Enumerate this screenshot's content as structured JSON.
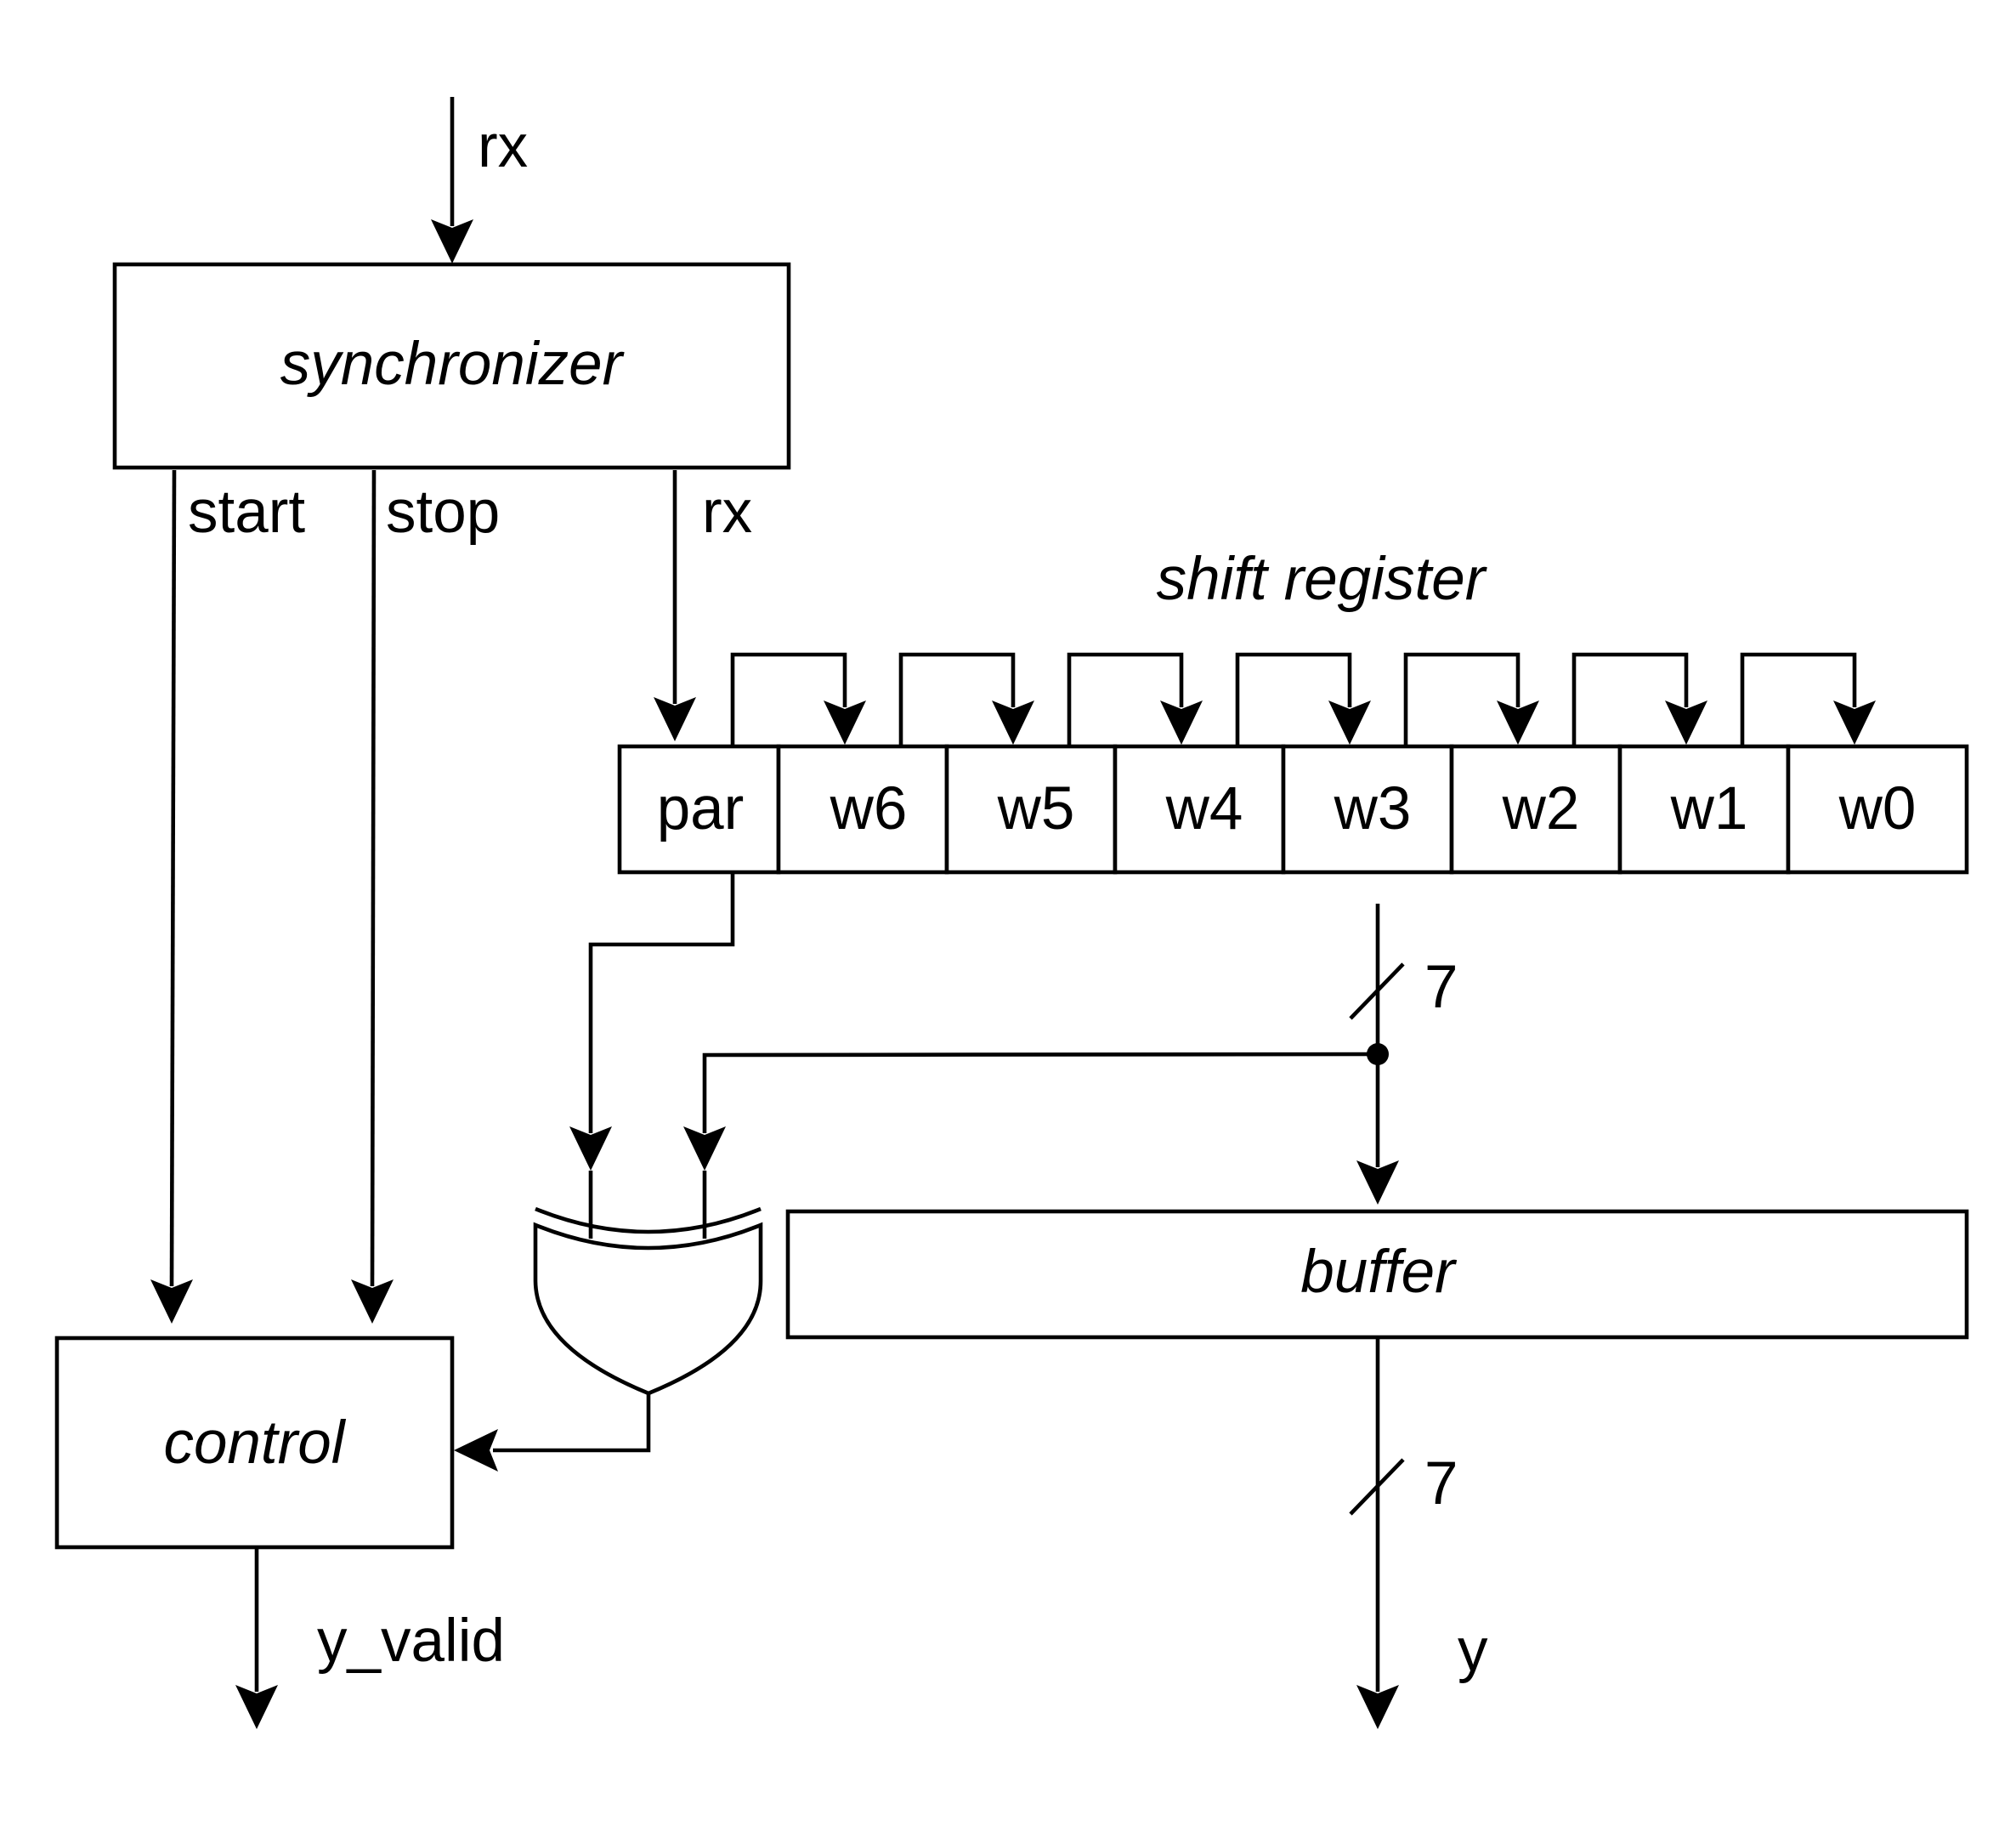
{
  "blocks": {
    "synchronizer": "synchronizer",
    "control": "control",
    "buffer": "buffer"
  },
  "shift_register": {
    "title": "shift register",
    "cells": [
      "par",
      "w6",
      "w5",
      "w4",
      "w3",
      "w2",
      "w1",
      "w0"
    ]
  },
  "signals": {
    "rx_in": "rx",
    "start": "start",
    "stop": "stop",
    "rx_out": "rx",
    "bus_width_upper": "7",
    "bus_width_lower": "7",
    "y_valid": "y_valid",
    "y": "y"
  }
}
